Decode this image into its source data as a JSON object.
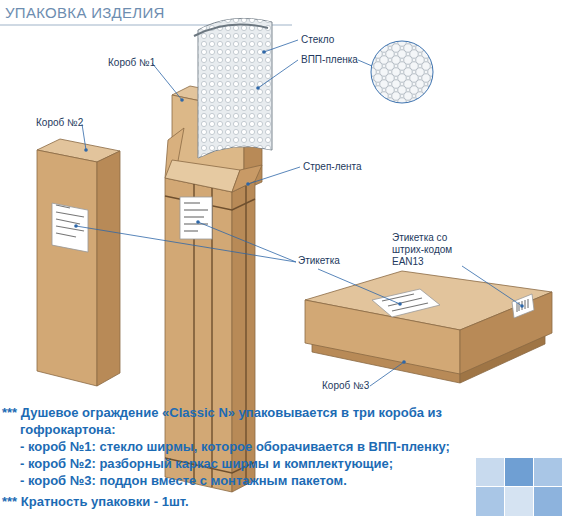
{
  "diagram": {
    "title": "УПАКОВКА ИЗДЕЛИЯ",
    "labels": [
      "Короб №1",
      "Стекло",
      "ВПП-пленка",
      "Короб №2",
      "Стреп-лента",
      "Этикетка со штрих-кодом EAN13",
      "Этикетка",
      "Короб №3",
      "*** Душевое ограждение «Classic N» упаковывается в три короба из гофрокартона:",
      "- короб №1: стекло ширмы, которое оборачивается в ВПП-пленку;",
      "- короб №2: разборный каркас ширмы и комплектующие;",
      "- короб №3: поддон вместе с монтажным пакетом.",
      "*** Кратность упаковки - 1шт."
    ]
  }
}
